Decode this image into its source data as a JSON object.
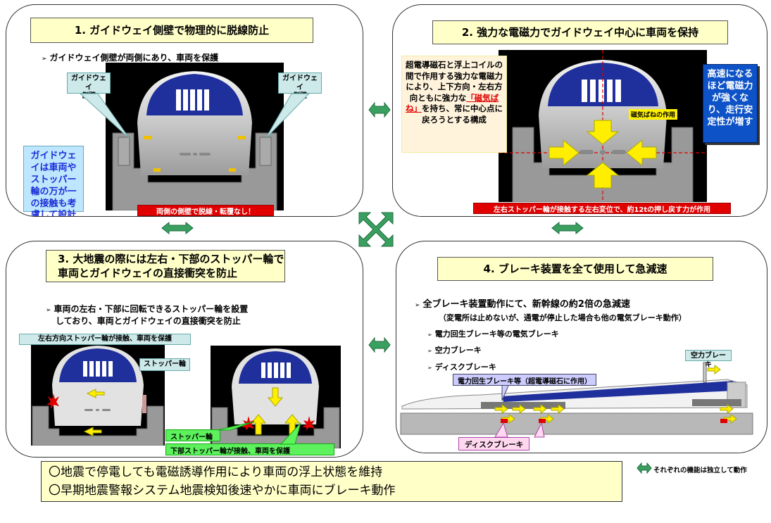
{
  "panel1": {
    "title": "1. ガイドウェイ側壁で物理的に脱線防止",
    "bullet": "ガイドウェイ側壁が両側にあり、車両を保護",
    "label_left": "ガイドウェイ\n側壁",
    "label_right": "ガイドウェイ\n側壁",
    "note": "ガイドウェイは車両やストッパー輪の万が一の接触も考慮して設計",
    "red_bar": "両側の側壁で脱線・転覆なし！"
  },
  "panel2": {
    "title": "2. 強力な電磁力でガイドウェイ中心に車両を保持",
    "text_before": "超電導磁石と浮上コイルの間で作用する強力な電磁力により、上下方向・左右方向ともに強力な",
    "text_highlight": "「磁気ばね」",
    "text_after": "を持ち、常に中心点に戻ろうとする構成",
    "blue_box": "高速になるほど電磁力が強くなり、走行安定性が増す",
    "spring_label": "磁気ばねの作用",
    "red_bar": "左右ストッパー輪が接触する左右変位で、約12tの押し戻す力が作用"
  },
  "panel3": {
    "title": "3. 大地震の際には左右・下部のストッパー輪で\n車両とガイドウェイの直接衝突を防止",
    "bullet_line1": "車両の左右・下部に回転できるストッパー輪を設置",
    "bullet_line2": "しており、車両とガイドウェイの直接衝突を防止",
    "lateral_label": "左右方向ストッパー輪が接触、車両を保護",
    "stopper_label_right": "ストッパー輪",
    "stopper_label_green": "ストッパー輪",
    "bottom_label": "下部ストッパー輪が接触、車両を保護"
  },
  "panel4": {
    "title": "4. ブレーキ装置を全て使用して急減速",
    "bullet": "全ブレーキ装置動作にて、新幹線の約2倍の急減速",
    "sub": "（変電所は止めないが、通電が停止した場合も他の電気ブレーキ動作）",
    "items": [
      "電力回生ブレーキ等の電気ブレーキ",
      "空力ブレーキ",
      "ディスクブレーキ"
    ],
    "label_aero": "空力ブレーキ",
    "label_regen": "電力回生ブレーキ等（超電導磁石に作用）",
    "label_disc": "ディスクブレーキ"
  },
  "bottom": {
    "line1": "〇地震で停電しても電磁誘導作用により車両の浮上状態を維持",
    "line2": "〇早期地震警報システム地震検知後速やかに車両にブレーキ動作"
  },
  "legend": "それぞれの機能は独立して動作",
  "colors": {
    "green_arrow": "#3aa060",
    "title_fill": "#ffffc8",
    "train_blue": "#1f2f9c",
    "red_bar": "#e00000",
    "yellow_arrow": "#ffee00"
  }
}
